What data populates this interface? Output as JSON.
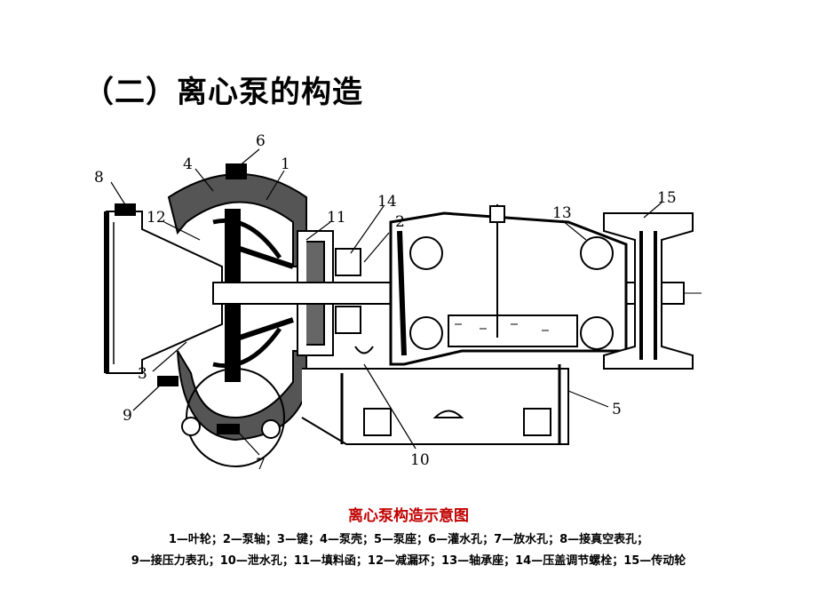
{
  "title": "（二）离心泵的构造",
  "diagram": {
    "callouts": [
      "1",
      "2",
      "3",
      "4",
      "5",
      "6",
      "7",
      "8",
      "9",
      "10",
      "11",
      "12",
      "13",
      "14",
      "15"
    ]
  },
  "caption": "离心泵构造示意图",
  "legend": {
    "line1": "1—叶轮；2—泵轴；3—键；4—泵壳；5—泵座；6—灌水孔；7—放水孔；8—接真空表孔；",
    "line2": "9—接压力表孔；10—泄水孔；11—填料函；12—减漏环；13—轴承座；14—压盖调节螺栓；15—传动轮"
  }
}
